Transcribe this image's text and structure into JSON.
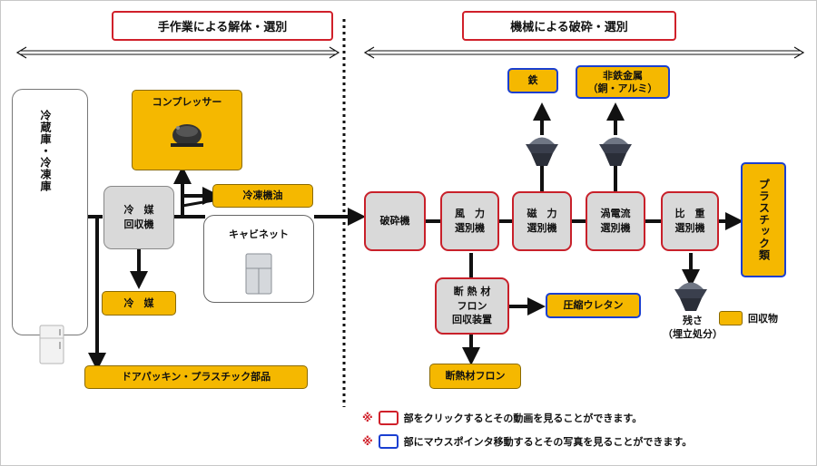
{
  "headers": {
    "manual": "手作業による解体・選別",
    "machine": "機械による破砕・選別"
  },
  "input_box": {
    "label": "冷蔵庫・冷凍庫"
  },
  "manual_nodes": {
    "compressor": "コンプレッサー",
    "refrigerant_recovery": "冷　媒\n回収機",
    "refrigerant_oil": "冷凍機油",
    "refrigerant": "冷　媒",
    "cabinet": "キャビネット",
    "door_packing": "ドアパッキン・プラスチック部品"
  },
  "machine_nodes": {
    "crusher": "破砕機",
    "wind_separator": "風　力\n選別機",
    "magnetic_separator": "磁　力\n選別機",
    "eddy_separator": "渦電流\n選別機",
    "gravity_separator": "比　重\n選別機",
    "insulation_recovery": "断 熱 材\nフロン\n回収装置"
  },
  "outputs": {
    "iron": "鉄",
    "nonferrous_line1": "非鉄金属",
    "nonferrous_line2": "（銅・アルミ）",
    "plastics": "プラスチック類",
    "urethane": "圧縮ウレタン",
    "insulation_freon": "断熱材フロン",
    "residue_line1": "残さ",
    "residue_line2": "（埋立処分）"
  },
  "legend": {
    "recovered": "回収物",
    "note_mark": "※",
    "red_note": "部をクリックするとその動画を見ることができます。",
    "blue_note": "部にマウスポインタ移動するとその写真を見ることができます。"
  },
  "colors": {
    "recovered_fill": "#f5b800",
    "click_border": "#d0202a",
    "hover_border": "#1a3fd1",
    "process_fill": "#d9d9d9"
  }
}
